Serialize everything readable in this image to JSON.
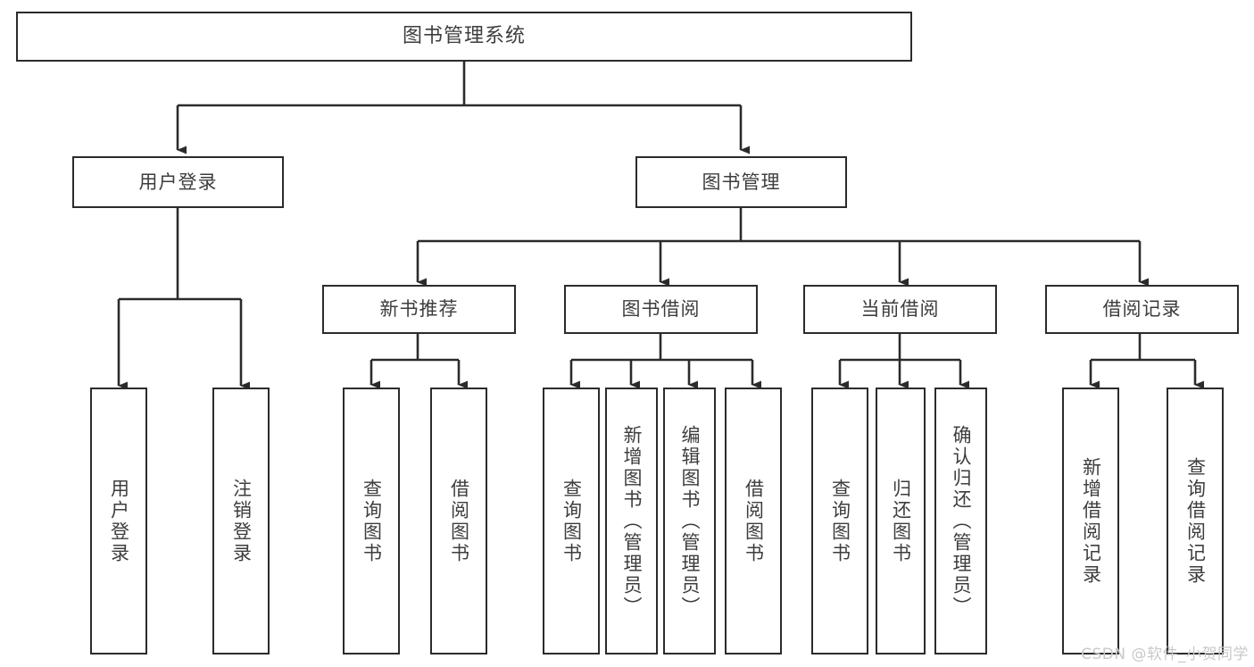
{
  "diagram": {
    "title": "图书管理系统",
    "type": "tree-hierarchy-chart",
    "watermark": "CSDN @软件_小贺同学",
    "colors": {
      "box_border": "#2b2b2b",
      "box_fill": "#ffffff",
      "text": "#3d3d3d",
      "connector": "#2b2b2b",
      "watermark": "#c9c9c9",
      "background": "#ffffff"
    },
    "nodes": {
      "root": {
        "label": "图书管理系统"
      },
      "level2": [
        {
          "id": "user-login",
          "label": "用户登录"
        },
        {
          "id": "book-manage",
          "label": "图书管理"
        }
      ],
      "level3": [
        {
          "id": "new-book-recommend",
          "label": "新书推荐"
        },
        {
          "id": "book-borrow",
          "label": "图书借阅"
        },
        {
          "id": "current-borrow",
          "label": "当前借阅"
        },
        {
          "id": "borrow-record",
          "label": "借阅记录"
        }
      ],
      "leaves": {
        "user_login": [
          {
            "id": "leaf-user-login",
            "label": "用户登录"
          },
          {
            "id": "leaf-logout-login",
            "label": "注销登录"
          }
        ],
        "new_book_recommend": [
          {
            "id": "leaf-query-book-1",
            "label": "查询图书"
          },
          {
            "id": "leaf-borrow-book-1",
            "label": "借阅图书"
          }
        ],
        "book_borrow": [
          {
            "id": "leaf-query-book-2",
            "label": "查询图书"
          },
          {
            "id": "leaf-add-book",
            "label": "新增图书（管理员）"
          },
          {
            "id": "leaf-edit-book",
            "label": "编辑图书（管理员）"
          },
          {
            "id": "leaf-borrow-book-2",
            "label": "借阅图书"
          }
        ],
        "current_borrow": [
          {
            "id": "leaf-query-book-3",
            "label": "查询图书"
          },
          {
            "id": "leaf-return-book",
            "label": "归还图书"
          },
          {
            "id": "leaf-confirm-return",
            "label": "确认归还（管理员）"
          }
        ],
        "borrow_record": [
          {
            "id": "leaf-add-record",
            "label": "新增借阅记录"
          },
          {
            "id": "leaf-query-record",
            "label": "查询借阅记录"
          }
        ]
      }
    }
  }
}
